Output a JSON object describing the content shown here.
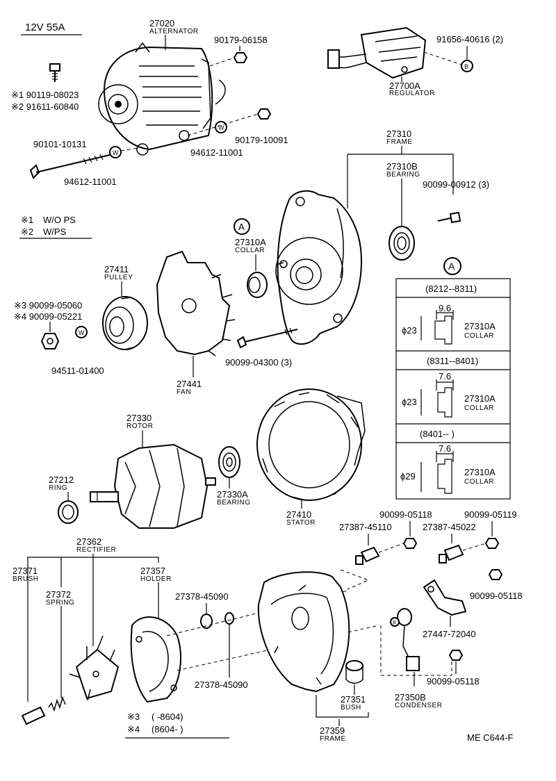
{
  "header": {
    "title": "12V  55A"
  },
  "footnote_top": [
    {
      "mark": "※1",
      "text": "W/O  PS"
    },
    {
      "mark": "※2",
      "text": "W/PS"
    }
  ],
  "footnote_bottom": [
    {
      "mark": "※3",
      "text": "(         -8604)"
    },
    {
      "mark": "※4",
      "text": "(8604-         )"
    }
  ],
  "collar_table": {
    "marker": "A",
    "rows": [
      {
        "range": "(8212--8311)",
        "dim_w": "9.6",
        "dim_d": "ϕ23",
        "part": "27310A",
        "name": "COLLAR"
      },
      {
        "range": "(8311--8401)",
        "dim_w": "7.6",
        "dim_d": "ϕ23",
        "part": "27310A",
        "name": "COLLAR"
      },
      {
        "range": "(8401--         )",
        "dim_w": "7.6",
        "dim_d": "ϕ29",
        "part": "27310A",
        "name": "COLLAR"
      }
    ]
  },
  "parts": {
    "alternator": {
      "num": "27020",
      "name": "ALTERNATOR"
    },
    "nut1": {
      "num": "90179-06158"
    },
    "regulator_screw": {
      "num": "91656-40616 (2)"
    },
    "regulator": {
      "num": "27700A",
      "name": "REGULATOR"
    },
    "bolt1": {
      "num": "※1 90119-08023"
    },
    "bolt2": {
      "num": "※2 91611-60840"
    },
    "nut2": {
      "num": "90179-10091"
    },
    "washer1": {
      "num": "94612-11001"
    },
    "longbolt": {
      "num": "90101-10131"
    },
    "washer2": {
      "num": "94612-11001"
    },
    "frame": {
      "num": "27310",
      "name": "FRAME"
    },
    "bearing": {
      "num": "27310B",
      "name": "BEARING"
    },
    "screw": {
      "num": "90099-00912 (3)"
    },
    "collar": {
      "num": "27310A",
      "name": "COLLAR",
      "marker": "A"
    },
    "pulley": {
      "num": "27411",
      "name": "PULLEY"
    },
    "nut3": {
      "num": "※3 90099-05060"
    },
    "nut4": {
      "num": "※4 90099-05221"
    },
    "washer3": {
      "num": "94511-01400"
    },
    "throughbolt": {
      "num": "90099-04300 (3)"
    },
    "fan": {
      "num": "27441",
      "name": "FAN"
    },
    "rotor": {
      "num": "27330",
      "name": "ROTOR"
    },
    "ring": {
      "num": "27212",
      "name": "RING"
    },
    "rbearing": {
      "num": "27330A",
      "name": "BEARING"
    },
    "stator": {
      "num": "27410",
      "name": "STATOR"
    },
    "rectifier": {
      "num": "27362",
      "name": "RECTIFIER"
    },
    "brush": {
      "num": "27371",
      "name": "BRUSH"
    },
    "holder": {
      "num": "27357",
      "name": "HOLDER"
    },
    "spring": {
      "num": "27372",
      "name": "SPRING"
    },
    "insulator1": {
      "num": "27378-45090"
    },
    "insulator2": {
      "num": "27378-45090"
    },
    "term1": {
      "num": "27387-45110"
    },
    "nut5": {
      "num": "90099-05118"
    },
    "term2": {
      "num": "27387-45022"
    },
    "nut6": {
      "num": "90099-05119"
    },
    "nut7": {
      "num": "90099-05118"
    },
    "plate": {
      "num": "27447-72040"
    },
    "nut8": {
      "num": "90099-05118"
    },
    "bush": {
      "num": "27351",
      "name": "BUSH"
    },
    "condenser": {
      "num": "27350B",
      "name": "CONDENSER"
    },
    "rframe": {
      "num": "27359",
      "name": "FRAME"
    }
  },
  "markers": {
    "B1": "B",
    "B2": "B",
    "W": "W"
  },
  "footer": {
    "code": "ME  C644-F"
  }
}
